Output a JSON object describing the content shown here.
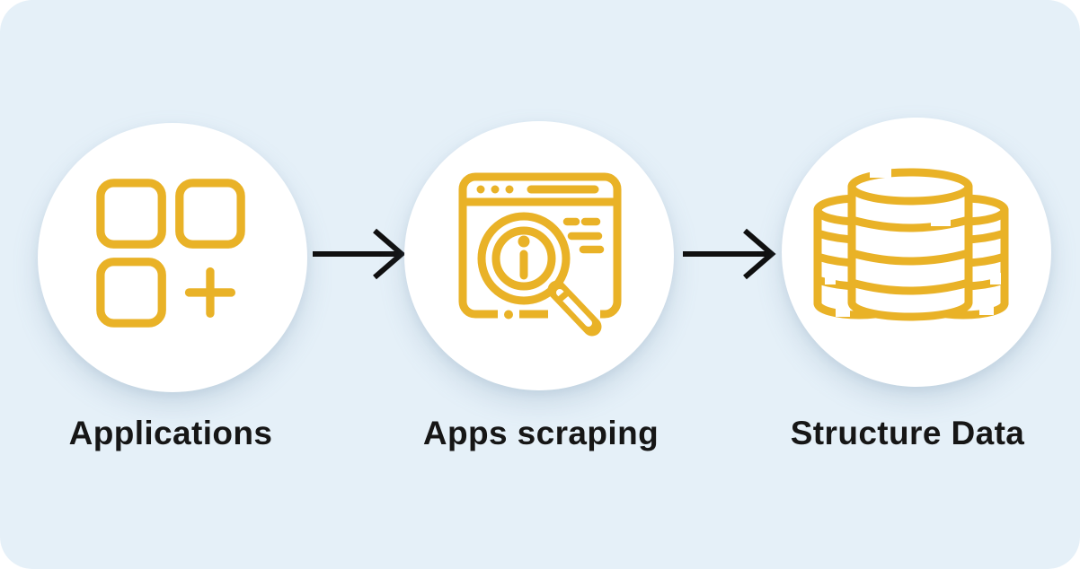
{
  "colors": {
    "page_bg": "#ffffff",
    "panel_bg": "#e5f0f8",
    "accent": "#e9b227",
    "text": "#161616",
    "arrow": "#101010",
    "circle_bg": "#ffffff"
  },
  "steps": [
    {
      "label": "Applications",
      "icon": "apps-grid-icon"
    },
    {
      "label": "Apps scraping",
      "icon": "browser-search-info-icon"
    },
    {
      "label": "Structure Data",
      "icon": "database-stack-icon"
    }
  ],
  "connectors": [
    {
      "icon": "arrow-right-icon"
    },
    {
      "icon": "arrow-right-icon"
    }
  ]
}
